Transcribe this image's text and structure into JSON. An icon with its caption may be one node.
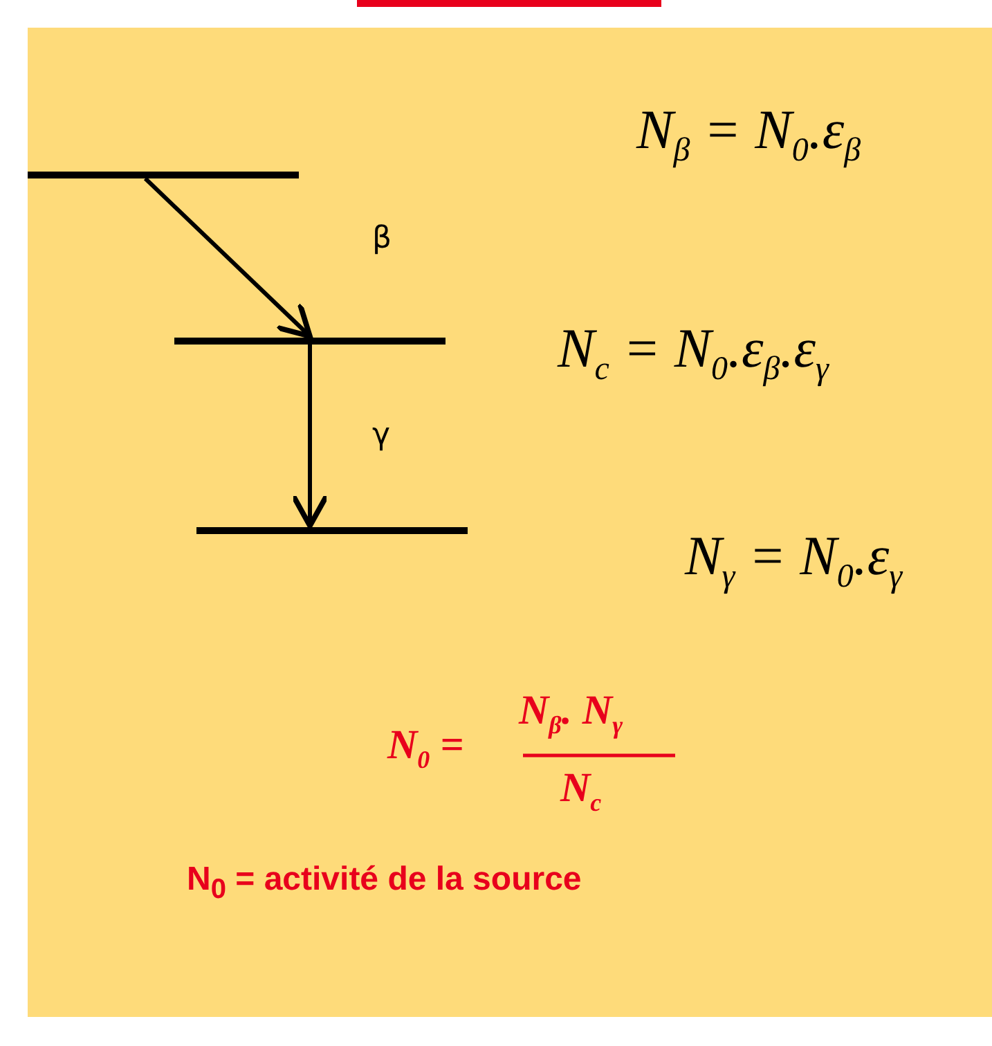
{
  "diagram": {
    "nodes": [
      {
        "text": [],
        "shape": "bar"
      },
      {
        "text": [],
        "shape": "bar"
      },
      {
        "text": [],
        "shape": "bar"
      }
    ],
    "edges": [
      {
        "from": 0,
        "to": 1,
        "arrow": "to",
        "label": "β"
      },
      {
        "from": 1,
        "to": 2,
        "arrow": "to",
        "label": "γ"
      }
    ],
    "labels": [
      "N$_{β}$ = N$_{0}$.ε$_{β}$",
      "N$_{c}$ = N$_{0}$.ε$_{β}$.ε$_{γ}$",
      "N$_{γ}$ = N$_{0}$.ε$_{γ}$",
      "N$_{0}$ =",
      "N$_{β}$. N$_{γ}$",
      "N$_{c}$",
      "N$_{0}$ = activité de la source"
    ]
  }
}
